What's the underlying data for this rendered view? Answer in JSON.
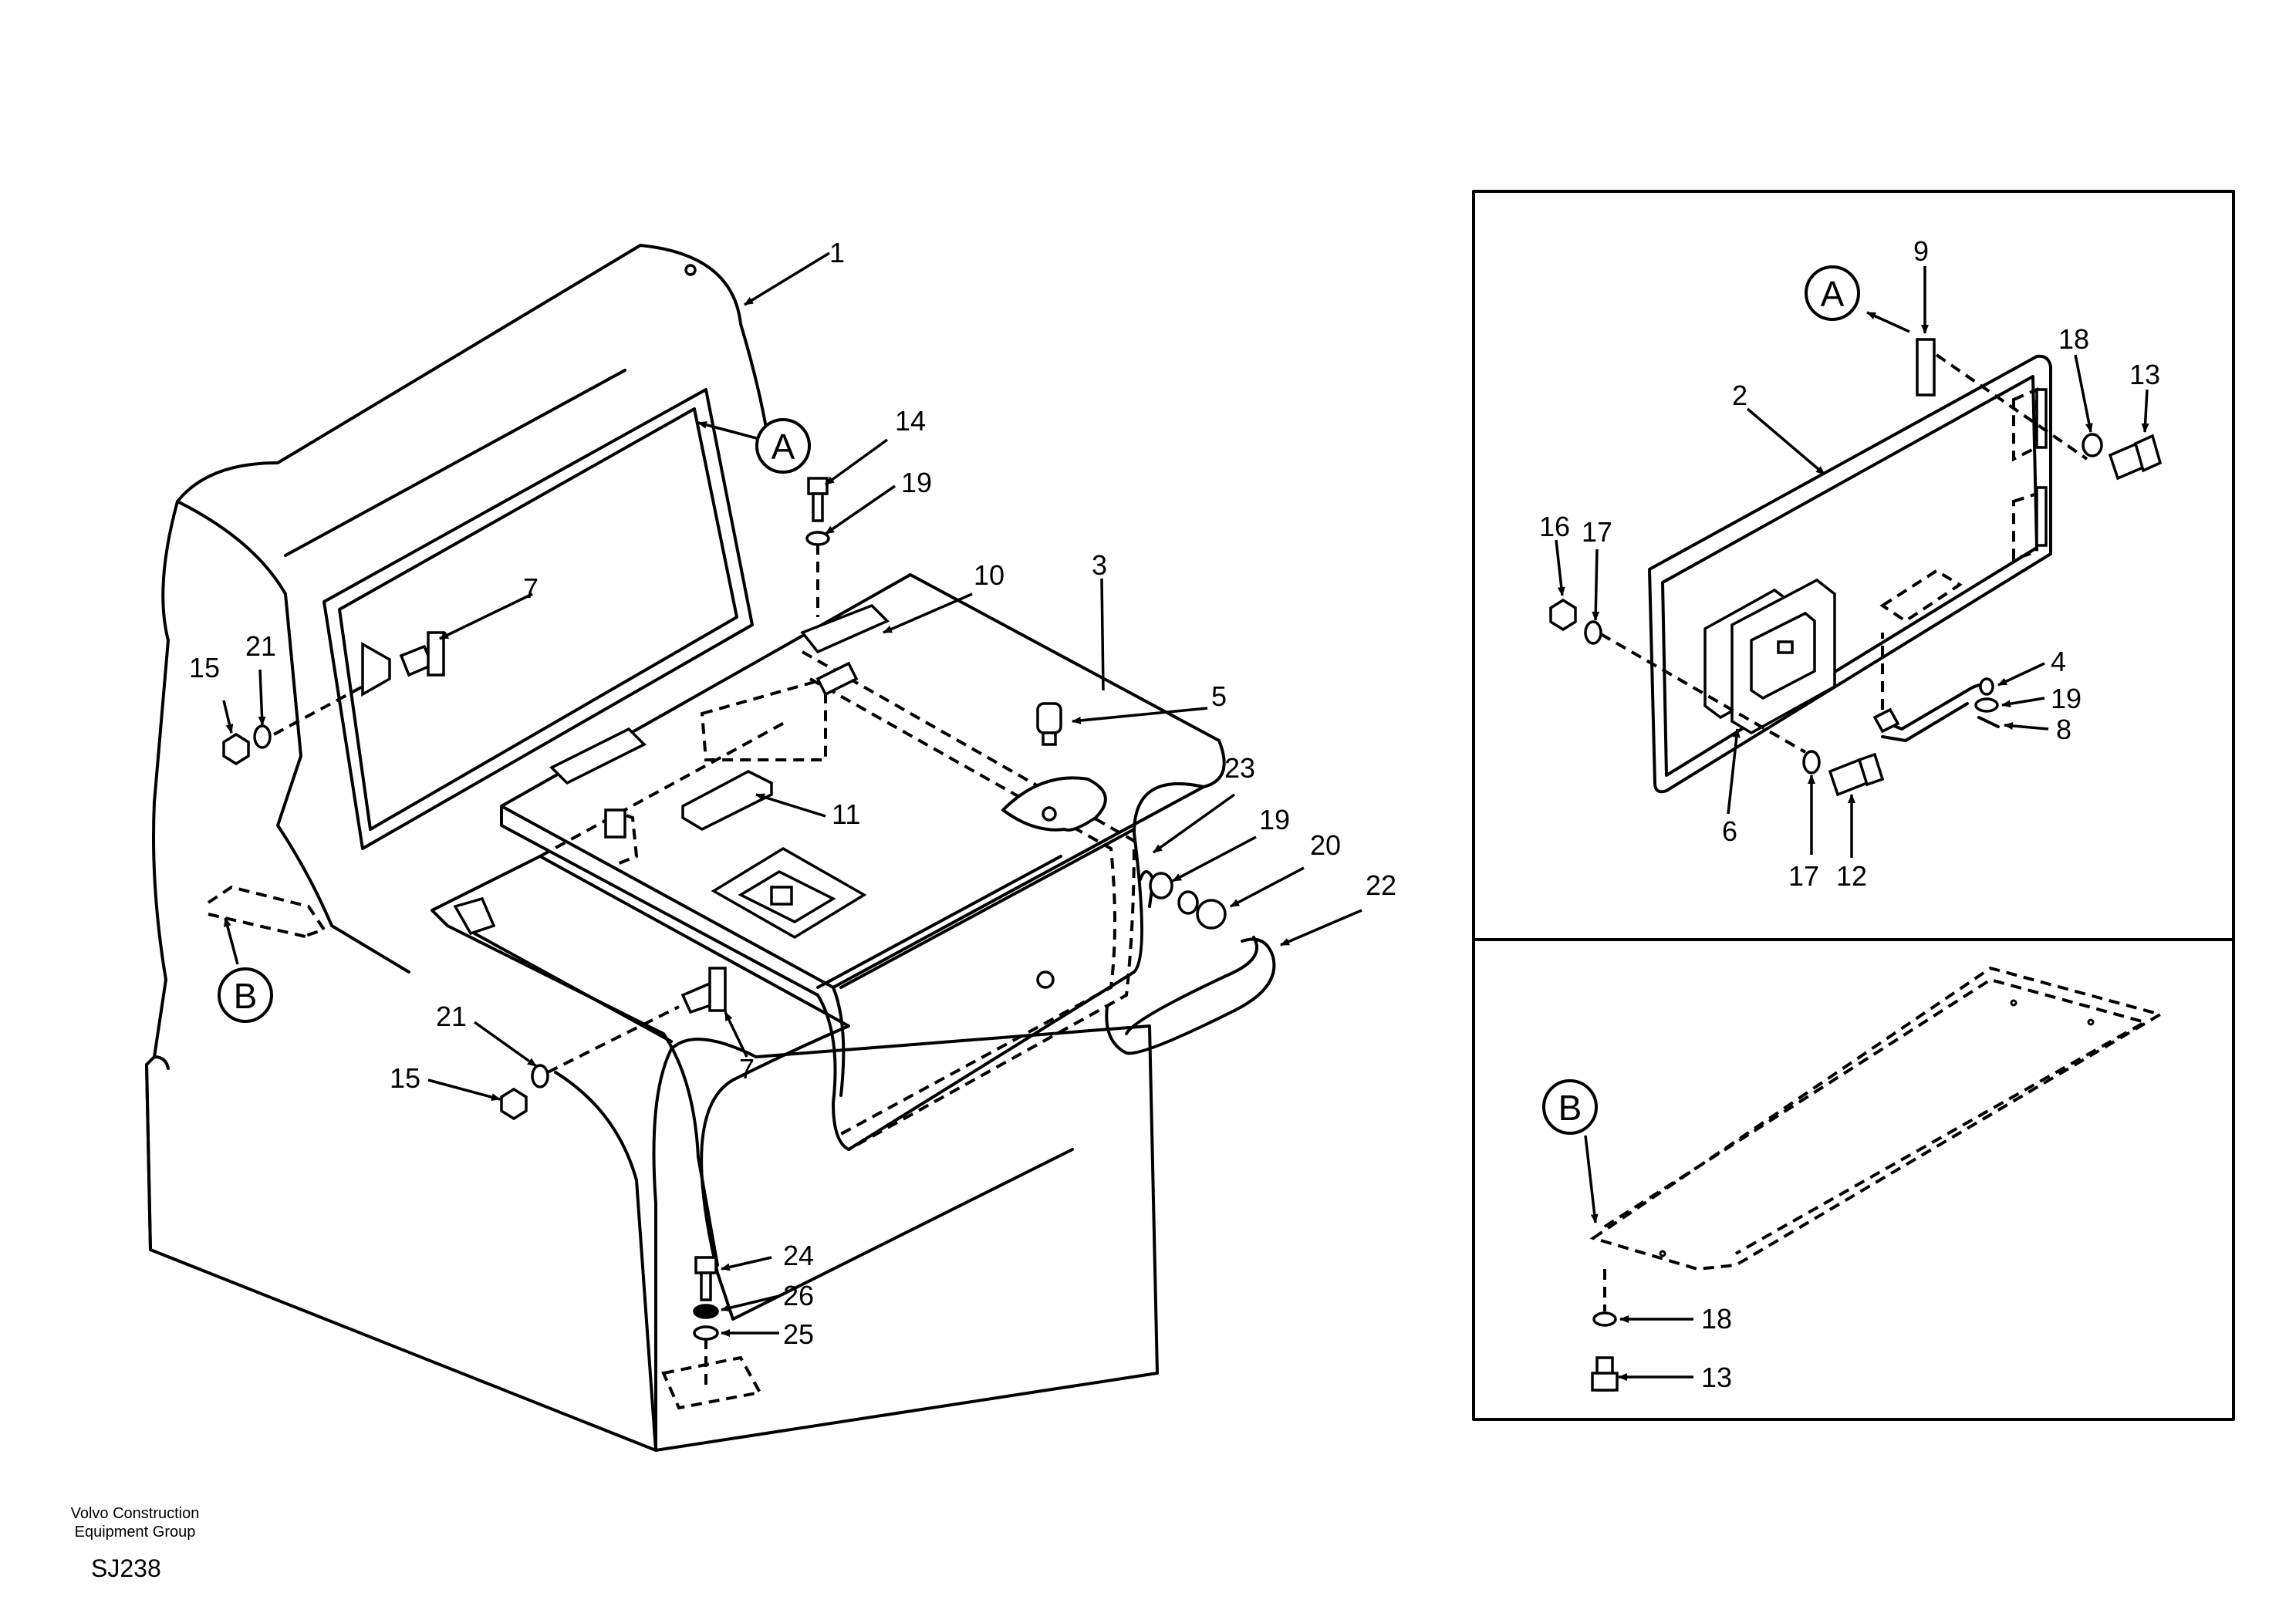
{
  "labels": {
    "p1": "1",
    "p2": "2",
    "p3": "3",
    "p4": "4",
    "p5": "5",
    "p6": "6",
    "p7": "7",
    "p8": "8",
    "p9": "9",
    "p10": "10",
    "p11": "11",
    "p12": "12",
    "p13": "13",
    "p14": "14",
    "p15": "15",
    "p16": "16",
    "p17": "17",
    "p18": "18",
    "p19": "19",
    "p20": "20",
    "p21": "21",
    "p22": "22",
    "p23": "23",
    "p24": "24",
    "p25": "25",
    "p26": "26"
  },
  "callouts": {
    "a": "A",
    "b": "B"
  },
  "footer": {
    "line1": "Volvo Construction",
    "line2": "Equipment Group",
    "code": "SJ238"
  }
}
